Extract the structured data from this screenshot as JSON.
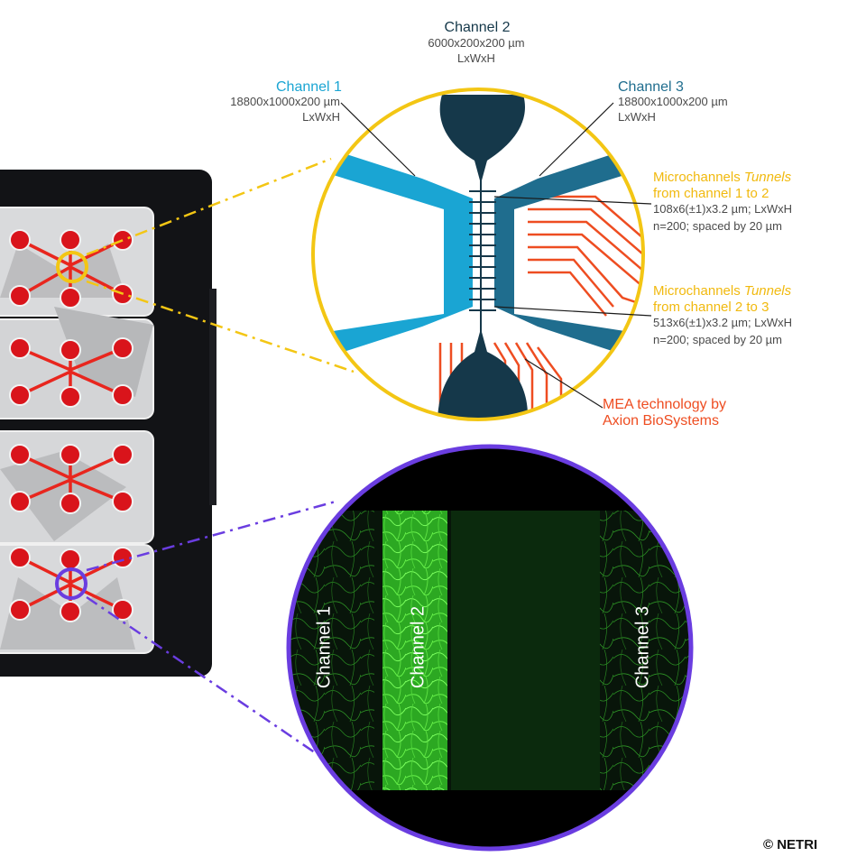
{
  "channel2": {
    "title": "Channel 2",
    "dims": "6000x200x200 µm",
    "unit": "LxWxH"
  },
  "channel1": {
    "title": "Channel 1",
    "dims": "18800x1000x200 µm",
    "unit": "LxWxH"
  },
  "channel3": {
    "title": "Channel 3",
    "dims": "18800x1000x200 µm",
    "unit": "LxWxH"
  },
  "micro12": {
    "title_prefix": "Microchannels ",
    "title_italic": "Tunnels",
    "line2": "from channel 1 to 2",
    "dims": "108x6(±1)x3.2 µm; LxWxH",
    "count": "n=200; spaced by 20 µm"
  },
  "micro23": {
    "title_prefix": "Microchannels ",
    "title_italic": "Tunnels",
    "line2": "from channel 2 to 3",
    "dims": "513x6(±1)x3.2 µm; LxWxH",
    "count": "n=200; spaced by 20 µm"
  },
  "mea": {
    "line1": "MEA technology by",
    "line2": "Axion BioSystems"
  },
  "fluorescence": {
    "ch1": "Channel 1",
    "ch2": "Channel 2",
    "ch3": "Channel 3"
  },
  "copyright": "© NETRI",
  "colors": {
    "channel_light_blue": "#1aa5d3",
    "channel_steel_blue": "#1f6d8e",
    "channel_dark": "#15384a",
    "electrode_red": "#ee4d21",
    "highlight_yellow": "#f3c614",
    "highlight_purple": "#6a3de0",
    "fluorescence_green": "#39e62a"
  }
}
